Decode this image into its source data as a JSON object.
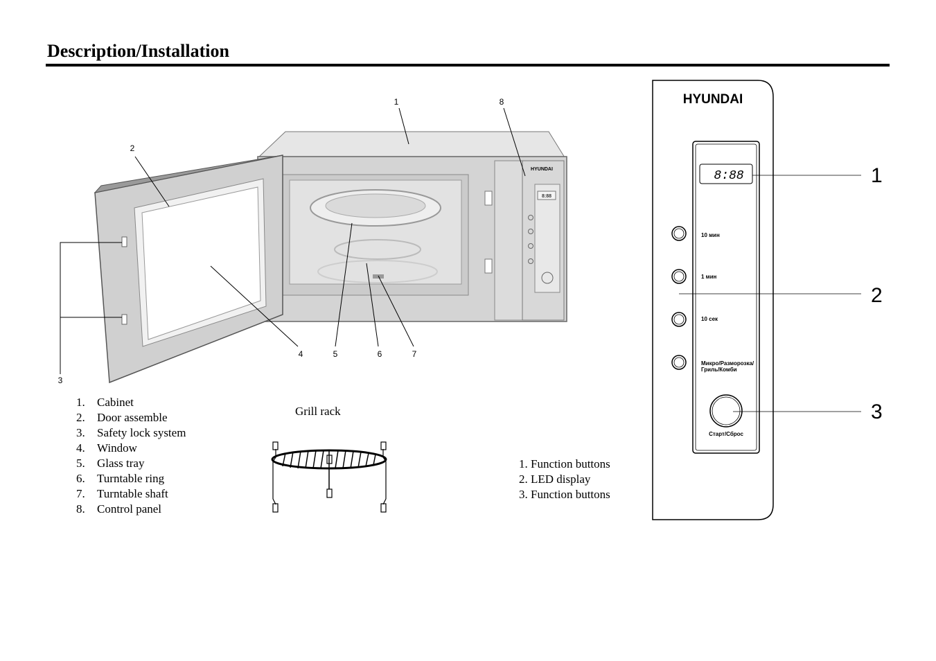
{
  "page": {
    "title": "Description/Installation"
  },
  "oven_callouts": [
    "1",
    "8",
    "2",
    "3",
    "4",
    "5",
    "6",
    "7"
  ],
  "oven": {
    "brand": "HYUNDAI",
    "display": "8:88"
  },
  "parts": [
    {
      "num": "1.",
      "label": "Cabinet"
    },
    {
      "num": "2.",
      "label": "Door assemble"
    },
    {
      "num": "3.",
      "label": "Safety lock system"
    },
    {
      "num": "4.",
      "label": "Window"
    },
    {
      "num": "5.",
      "label": "Glass tray"
    },
    {
      "num": "6.",
      "label": "Turntable ring"
    },
    {
      "num": "7.",
      "label": "Turntable shaft"
    },
    {
      "num": "8.",
      "label": "Control panel"
    }
  ],
  "grill": {
    "label": "Grill rack"
  },
  "panel_list": [
    "1. Function buttons",
    "2. LED display",
    "3. Function buttons"
  ],
  "control_panel": {
    "brand": "HYUNDAI",
    "display": "8:88",
    "buttons": [
      {
        "label": "10 мин"
      },
      {
        "label": "1 мин"
      },
      {
        "label": "10 сек"
      },
      {
        "label_line1": "Микро/Разморозка/",
        "label_line2": "Гриль/Комби"
      }
    ],
    "start_label": "Старт/Сброс",
    "callouts": [
      "1",
      "2",
      "3"
    ]
  }
}
